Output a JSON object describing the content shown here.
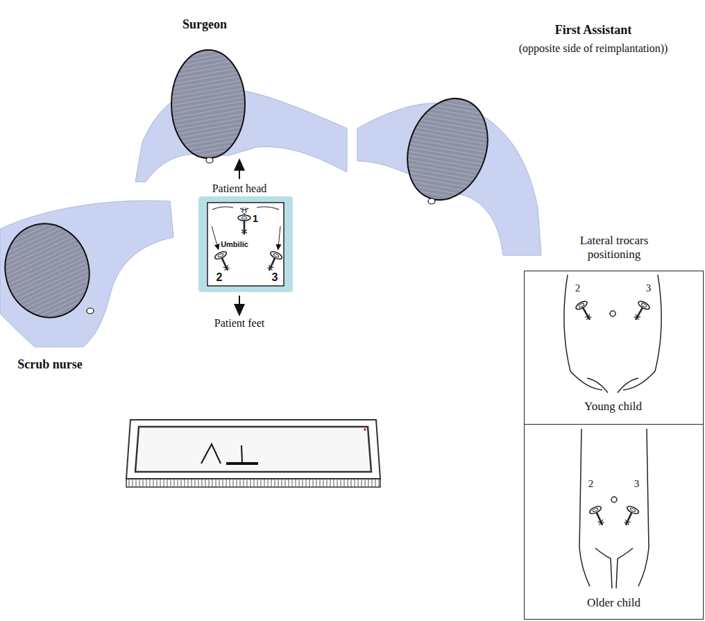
{
  "diagram": {
    "nodes": [
      {
        "text": [
          "1",
          "Umbilic",
          "2",
          "3"
        ]
      },
      {
        "text": [
          "Lateral trocars positioning"
        ]
      },
      {
        "text": [
          "2",
          "3",
          "Young child"
        ],
        "in": 1
      },
      {
        "text": [
          "2",
          "3",
          "Older child"
        ],
        "in": 1
      }
    ],
    "labels": [
      "Surgeon",
      "First Assistant",
      "(opposite side of reimplantation))",
      "Scrub nurse",
      "Patient head",
      "Patient feet"
    ]
  }
}
